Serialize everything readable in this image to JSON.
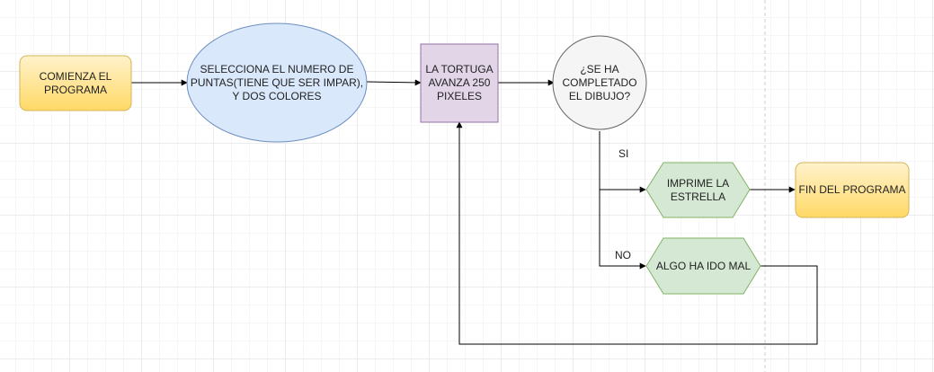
{
  "nodes": {
    "start": "COMIENZA EL\nPROGRAMA",
    "select": "SELECCIONA EL NUMERO DE\nPUNTAS(TIENE QUE SER IMPAR),\nY DOS COLORES",
    "advance": "LA TORTUGA\nAVANZA 250\nPIXELES",
    "decision": "¿SE HA\nCOMPLETADO\nEL DIBUJO?",
    "print": "IMPRIME LA\nESTRELLA",
    "end": "FIN DEL PROGRAMA",
    "error": "ALGO HA IDO MAL"
  },
  "edge_labels": {
    "yes": "SI",
    "no": "NO"
  },
  "colors": {
    "start_fill": "#ffe082",
    "start_stroke": "#d6b656",
    "select_fill": "#dae8fc",
    "select_stroke": "#6c8ebf",
    "advance_fill": "#e1d5e7",
    "advance_stroke": "#9673a6",
    "decision_fill": "#f5f5f5",
    "decision_stroke": "#666666",
    "hex_fill": "#d5e8d4",
    "hex_stroke": "#82b366",
    "edge": "#000000"
  }
}
